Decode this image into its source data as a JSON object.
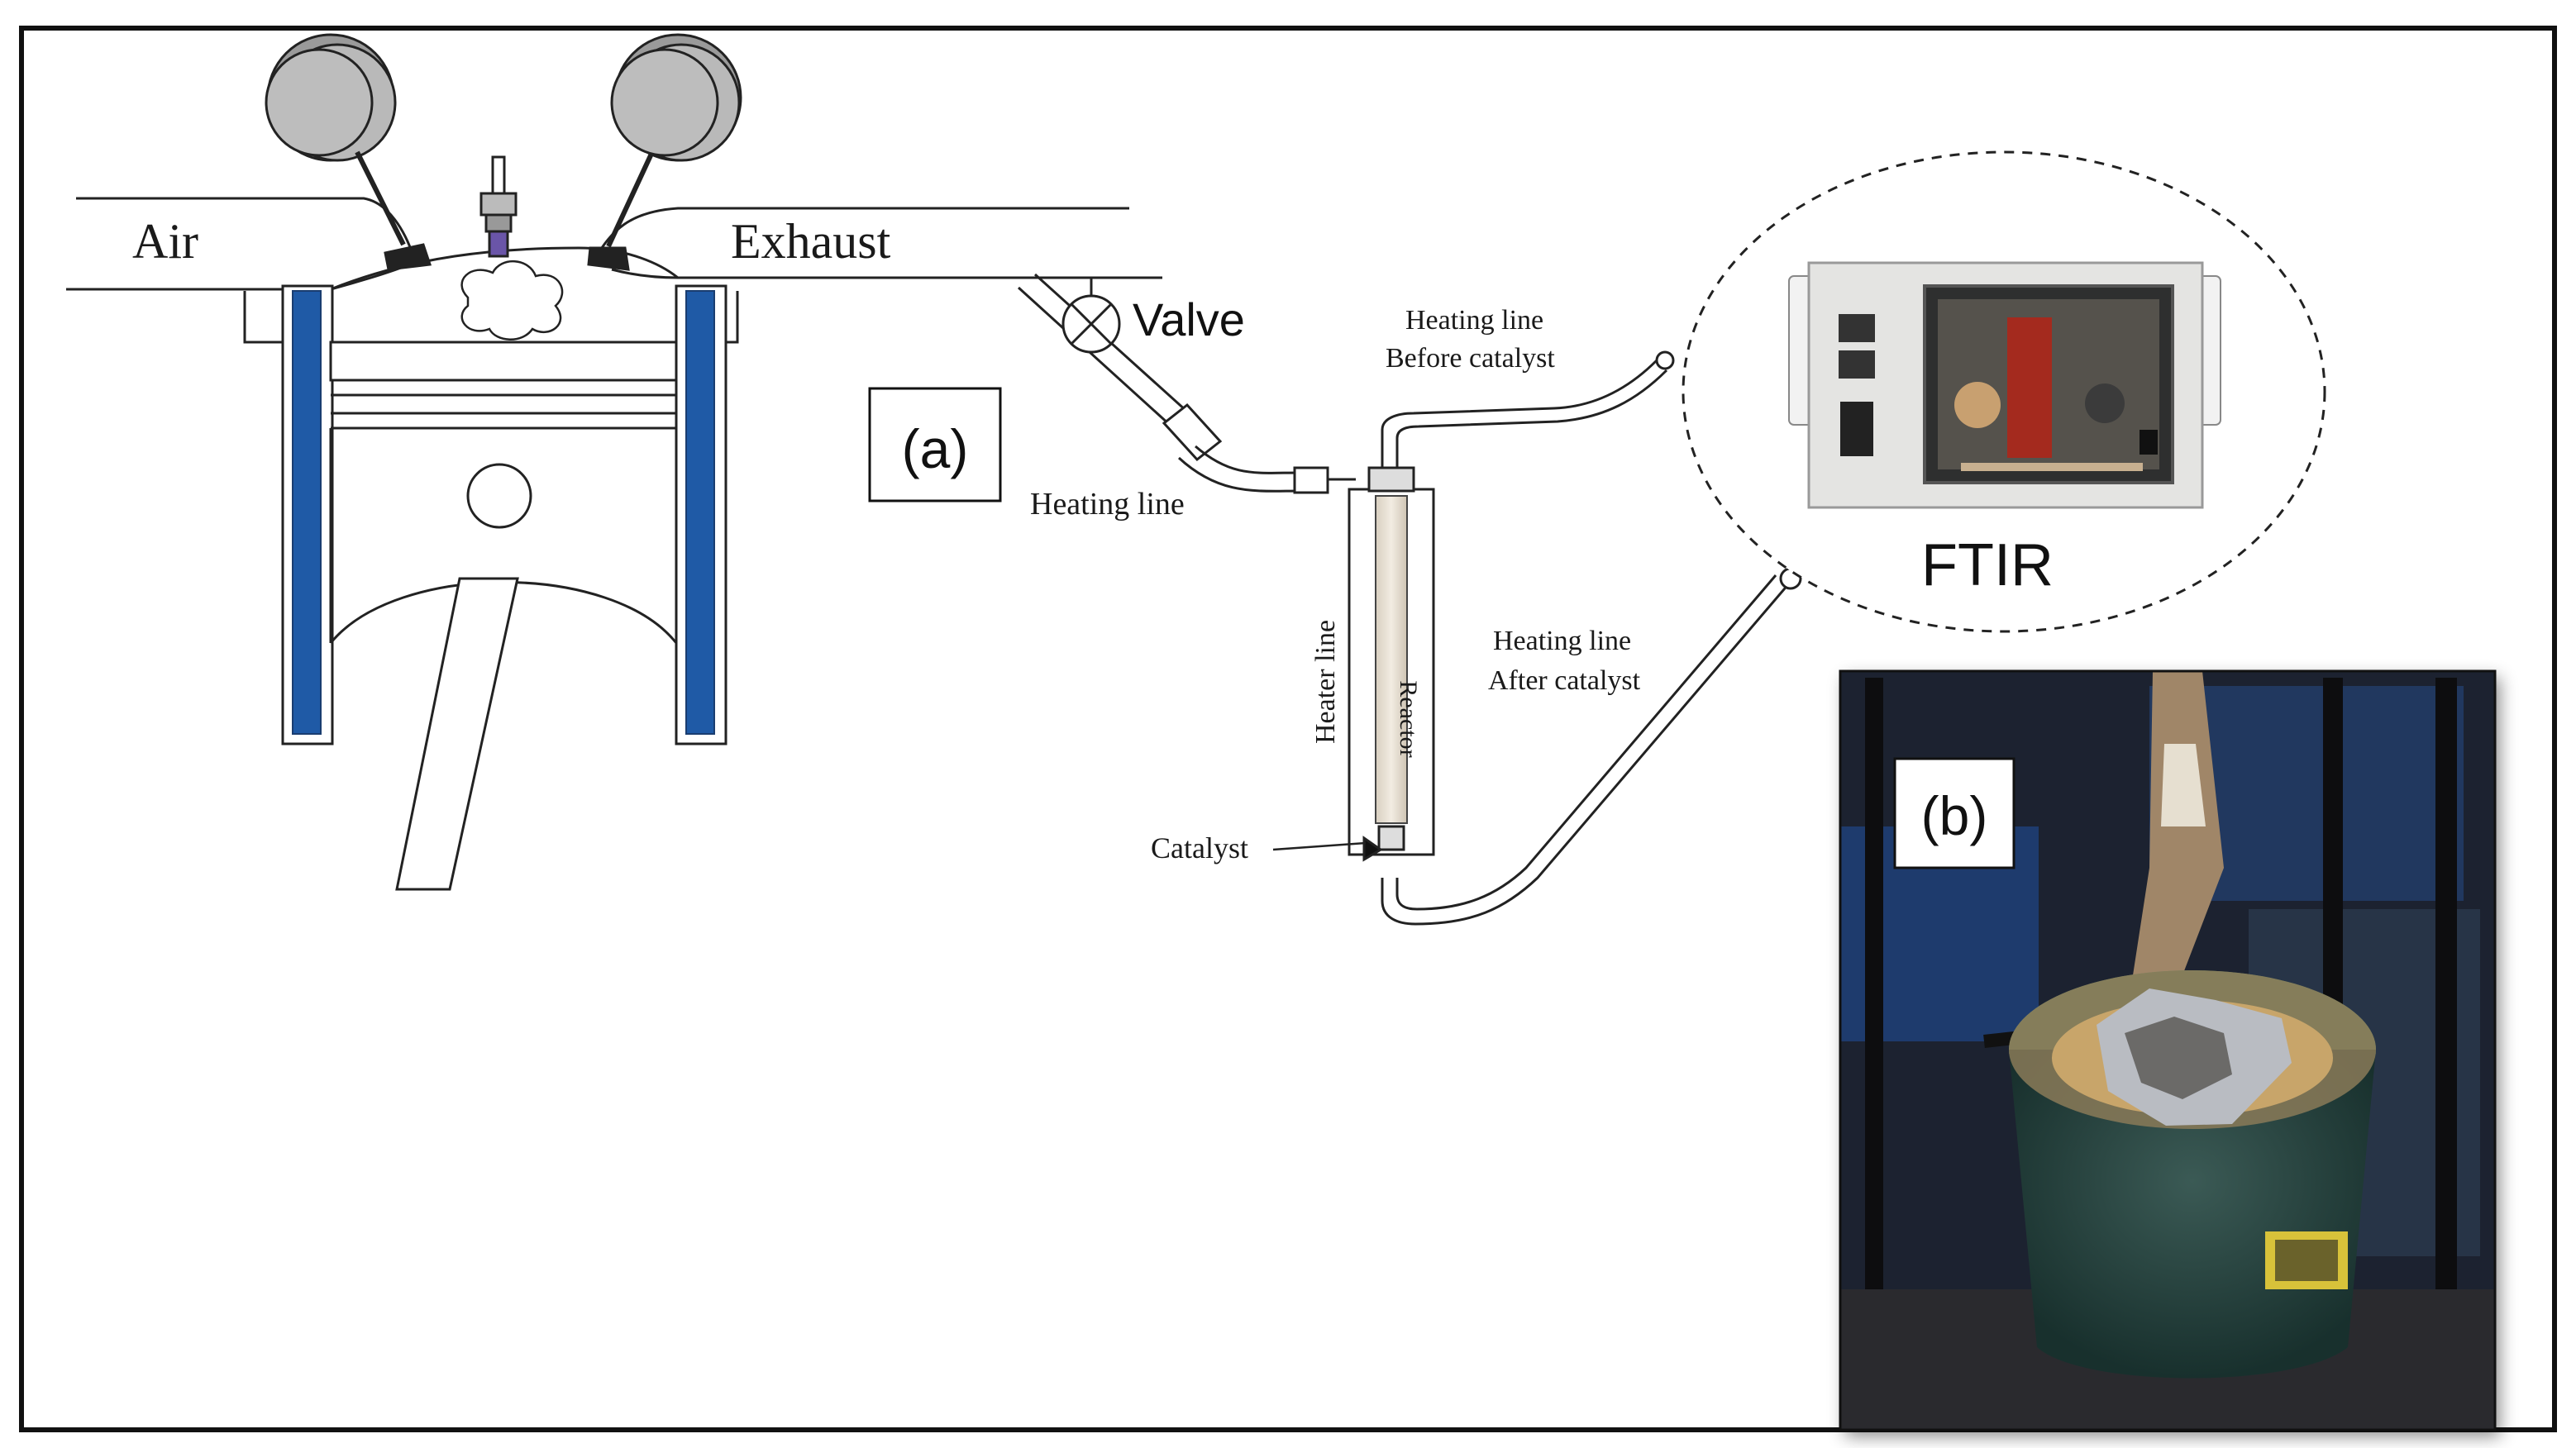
{
  "labels": {
    "air": "Air",
    "exhaust": "Exhaust",
    "valve": "Valve",
    "panel_a": "(a)",
    "panel_b": "(b)",
    "heating_line": "Heating line",
    "heating_line_before_1": "Heating line",
    "heating_line_before_2": "Before catalyst",
    "heating_line_after_1": "Heating line",
    "heating_line_after_2": "After catalyst",
    "heater_line": "Heater line",
    "reactor": "Reactor",
    "catalyst": "Catalyst",
    "ftir": "FTIR"
  },
  "colors": {
    "cylinder_liner": "#1f5aa6",
    "valve_head": "#b9b9b9",
    "frame": "#111111",
    "ftir_panel": "#e4e4e2",
    "photo_background": "#1c2230"
  }
}
